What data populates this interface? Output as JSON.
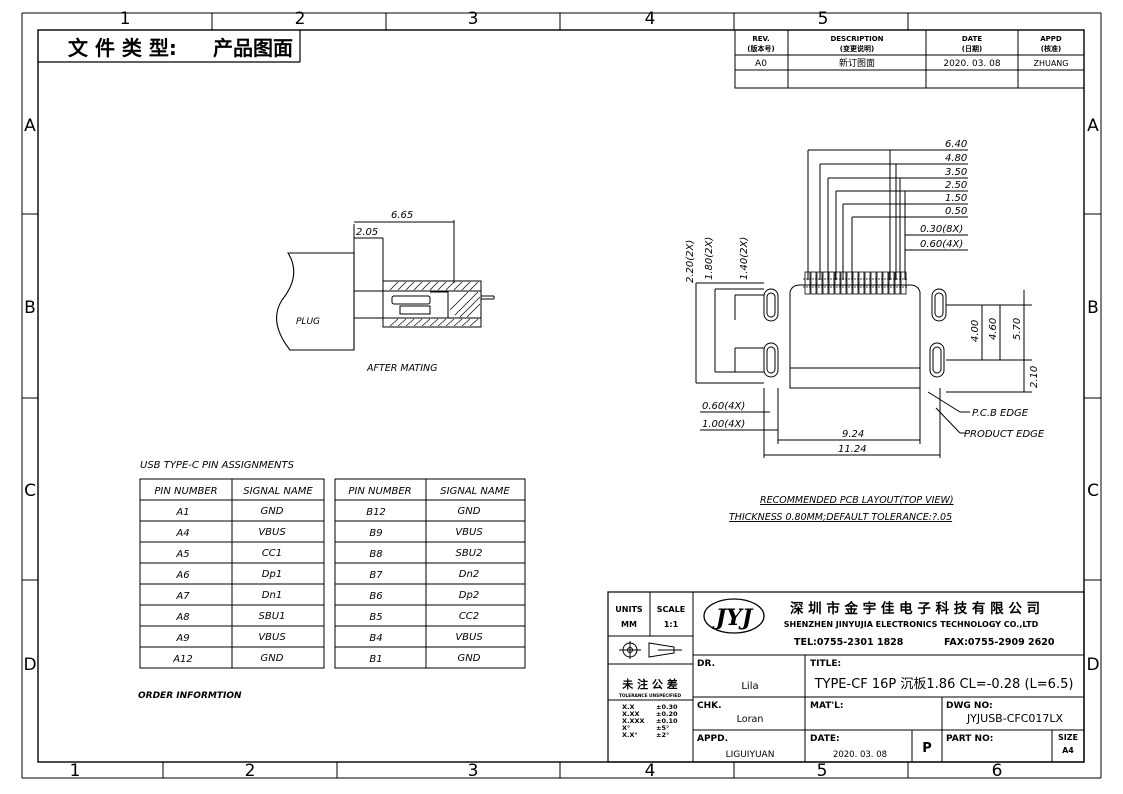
{
  "frame": {
    "top_columns": [
      "1",
      "2",
      "3",
      "4",
      "5"
    ],
    "bottom_columns": [
      "1",
      "2",
      "3",
      "4",
      "5",
      "6"
    ],
    "left_rows": [
      "A",
      "B",
      "C",
      "D"
    ],
    "right_rows": [
      "A",
      "B",
      "C",
      "D"
    ]
  },
  "header": {
    "doc_type_label": "文 件 类 型:",
    "doc_type_value": "产品图面"
  },
  "revision_table": {
    "h_rev": "REV.",
    "h_rev_cn": "(版本号)",
    "h_desc": "DESCRIPTION",
    "h_desc_cn": "(变更说明)",
    "h_date": "DATE",
    "h_date_cn": "(日期)",
    "h_appd": "APPD",
    "h_appd_cn": "(核准)",
    "rev": "A0",
    "desc": "新订图面",
    "date": "2020. 03. 08",
    "appd": "ZHUANG"
  },
  "mating": {
    "dim_total": "6.65",
    "dim_left": "2.05",
    "plug_label": "PLUG",
    "caption": "AFTER MATING"
  },
  "pcb": {
    "top_dims": [
      "6.40",
      "4.80",
      "3.50",
      "2.50",
      "1.50",
      "0.50",
      "0.30(8X)",
      "0.60(4X)"
    ],
    "left_dims": [
      "2.20(2X)",
      "1.80(2X)",
      "1.40(2X)"
    ],
    "right_dims": [
      "4.00",
      "4.60",
      "5.70",
      "2.10"
    ],
    "bottom_left_dims": [
      "0.60(4X)",
      "1.00(4X)"
    ],
    "bottom_dims": [
      "9.24",
      "11.24"
    ],
    "pcb_edge": "P.C.B EDGE",
    "product_edge": "PRODUCT EDGE",
    "caption1": "RECOMMENDED PCB LAYOUT(TOP VIEW)",
    "caption2": "THICKNESS 0.80MM;DEFAULT TOLERANCE:?.05"
  },
  "pins": {
    "title": "USB TYPE-C PIN ASSIGNMENTS",
    "h_number": "PIN NUMBER",
    "h_signal": "SIGNAL NAME",
    "left": [
      {
        "pin": "A1",
        "sig": "GND"
      },
      {
        "pin": "A4",
        "sig": "VBUS"
      },
      {
        "pin": "A5",
        "sig": "CC1"
      },
      {
        "pin": "A6",
        "sig": "Dp1"
      },
      {
        "pin": "A7",
        "sig": "Dn1"
      },
      {
        "pin": "A8",
        "sig": "SBU1"
      },
      {
        "pin": "A9",
        "sig": "VBUS"
      },
      {
        "pin": "A12",
        "sig": "GND"
      }
    ],
    "right": [
      {
        "pin": "B12",
        "sig": "GND"
      },
      {
        "pin": "B9",
        "sig": "VBUS"
      },
      {
        "pin": "B8",
        "sig": "SBU2"
      },
      {
        "pin": "B7",
        "sig": "Dn2"
      },
      {
        "pin": "B6",
        "sig": "Dp2"
      },
      {
        "pin": "B5",
        "sig": "CC2"
      },
      {
        "pin": "B4",
        "sig": "VBUS"
      },
      {
        "pin": "B1",
        "sig": "GND"
      }
    ],
    "order_info": "ORDER INFORMTION"
  },
  "title_block": {
    "units_label": "UNITS",
    "units_value": "MM",
    "scale_label": "SCALE",
    "scale_value": "1:1",
    "logo": "JYJ",
    "company_cn": "深 圳 市 金 宇 佳 电 子 科 技 有 限 公 司",
    "company_en": "SHENZHEN JINYUJIA ELECTRONICS TECHNOLOGY CO.,LTD",
    "tel": "TEL:0755-2301 1828",
    "fax": "FAX:0755-2909 2620",
    "dr_label": "DR.",
    "dr_value": "Lila",
    "title_label": "TITLE:",
    "title_value": "TYPE-CF 16P 沉板1.86 CL=-0.28 (L=6.5)",
    "tol_cn": "未 注 公 差",
    "tol_en": "TOLERANCE UNSPECIFIED",
    "tol_rows": [
      {
        "k": "X.X",
        "v": "±0.30"
      },
      {
        "k": "X.XX",
        "v": "±0.20"
      },
      {
        "k": "X.XXX",
        "v": "±0.10"
      },
      {
        "k": "X°",
        "v": "±5°"
      },
      {
        "k": "X.X°",
        "v": "±2°"
      }
    ],
    "chk_label": "CHK.",
    "chk_value": "Loran",
    "mat_label": "MAT'L:",
    "dwg_label": "DWG NO:",
    "dwg_value": "JYJUSB-CFC017LX",
    "appd_label": "APPD.",
    "appd_value": "LIGUIYUAN",
    "date_label": "DATE:",
    "date_value": "2020. 03. 08",
    "p_mark": "P",
    "part_label": "PART NO:",
    "size_label": "SIZE",
    "size_value": "A4"
  }
}
